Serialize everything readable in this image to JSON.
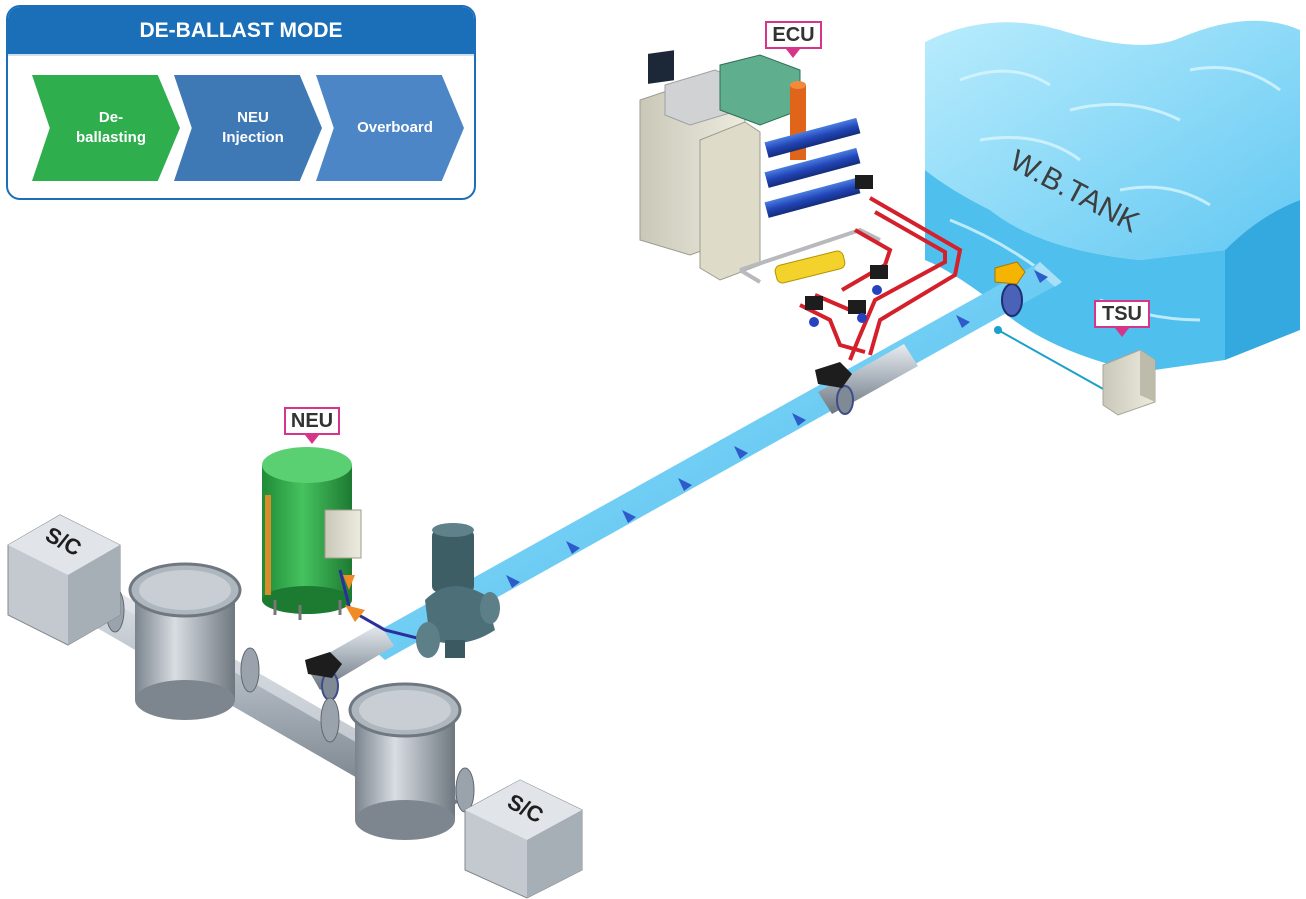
{
  "mode": {
    "title": "DE-BALLAST MODE",
    "steps": [
      {
        "label": "De-\nballasting",
        "color": "#2fae4e"
      },
      {
        "label": "NEU\nInjection",
        "color": "#3f79b5"
      },
      {
        "label": "Overboard",
        "color": "#4d86c6"
      }
    ]
  },
  "labels": {
    "ecu": "ECU",
    "tsu": "TSU",
    "neu": "NEU",
    "tank": "W.B.TANK",
    "sc_left": "S/C",
    "sc_right": "S/C"
  },
  "colors": {
    "label_border": "#d6368a",
    "header_blue": "#1a6fb8",
    "water": "#5ec8f0",
    "flow_arrow": "#2d5bc9",
    "pipe_red": "#d4202a",
    "neu_green": "#2fa84a"
  }
}
